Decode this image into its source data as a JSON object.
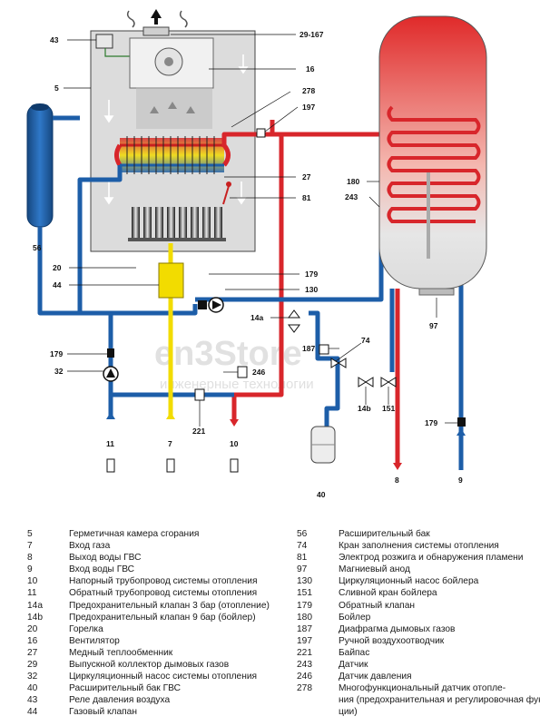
{
  "callouts": {
    "c43": "43",
    "c29_167": "29-167",
    "c5": "5",
    "c16": "16",
    "c278": "278",
    "c197a": "197",
    "c27": "27",
    "c81": "81",
    "c56": "56",
    "c20": "20",
    "c179a": "179",
    "c44": "44",
    "c130": "130",
    "c180": "180",
    "c243": "243",
    "c97": "97",
    "c14a": "14a",
    "c74": "74",
    "c187": "187",
    "c179b": "179",
    "c32": "32",
    "c246": "246",
    "c14b": "14b",
    "c151": "151",
    "c221": "221",
    "c11": "11",
    "c7": "7",
    "c10": "10",
    "c40": "40",
    "c179c": "179",
    "c8": "8",
    "c9": "9"
  },
  "watermark": {
    "brand": "en3Store",
    "tagline": "инженерные технологии"
  },
  "colors": {
    "hot": "#d8262b",
    "cold": "#1d5ea8",
    "gas": "#f2dc00",
    "casing": "#d9d9d9",
    "tank": "#e0e0e0"
  },
  "legend": {
    "left": [
      {
        "num": "5",
        "text": "Герметичная камера сгорания"
      },
      {
        "num": "7",
        "text": "Вход газа"
      },
      {
        "num": "8",
        "text": "Выход воды ГВС"
      },
      {
        "num": "9",
        "text": "Вход воды ГВС"
      },
      {
        "num": "10",
        "text": "Напорный трубопровод системы отопления"
      },
      {
        "num": "11",
        "text": "Обратный трубопровод системы отопления"
      },
      {
        "num": "14a",
        "text": "Предохранительный клапан 3 бар (отопление)"
      },
      {
        "num": "14b",
        "text": "Предохранительный клапан 9 бар (бойлер)"
      },
      {
        "num": "20",
        "text": "Горелка"
      },
      {
        "num": "16",
        "text": "Вентилятор"
      },
      {
        "num": "27",
        "text": "Медный теплообменник"
      },
      {
        "num": "29",
        "text": "Выпускной коллектор дымовых газов"
      },
      {
        "num": "32",
        "text": "Циркуляционный насос системы отопления"
      },
      {
        "num": "40",
        "text": "Расширительный бак ГВС"
      },
      {
        "num": "43",
        "text": "Реле давления воздуха"
      },
      {
        "num": "44",
        "text": "Газовый клапан"
      }
    ],
    "right": [
      {
        "num": "56",
        "text": "Расширительный бак"
      },
      {
        "num": "74",
        "text": "Кран заполнения системы отопления"
      },
      {
        "num": "81",
        "text": "Электрод розжига и обнаружения пламени"
      },
      {
        "num": "97",
        "text": "Магниевый анод"
      },
      {
        "num": "130",
        "text": "Циркуляционный насос бойлера"
      },
      {
        "num": "151",
        "text": "Сливной кран бойлера"
      },
      {
        "num": "179",
        "text": "Обратный клапан"
      },
      {
        "num": "180",
        "text": "Бойлер"
      },
      {
        "num": "187",
        "text": "Диафрагма дымовых газов"
      },
      {
        "num": "197",
        "text": "Ручной воздухоотводчик"
      },
      {
        "num": "221",
        "text": "Байпас"
      },
      {
        "num": "243",
        "text": "Датчик"
      },
      {
        "num": "246",
        "text": "Датчик давления"
      },
      {
        "num": "278",
        "text": "Многофункциональный  датчик  отопле-"
      },
      {
        "num": "",
        "text": "ния (предохранительная и регулировочная функ-"
      },
      {
        "num": "",
        "text": "ции)"
      }
    ]
  }
}
